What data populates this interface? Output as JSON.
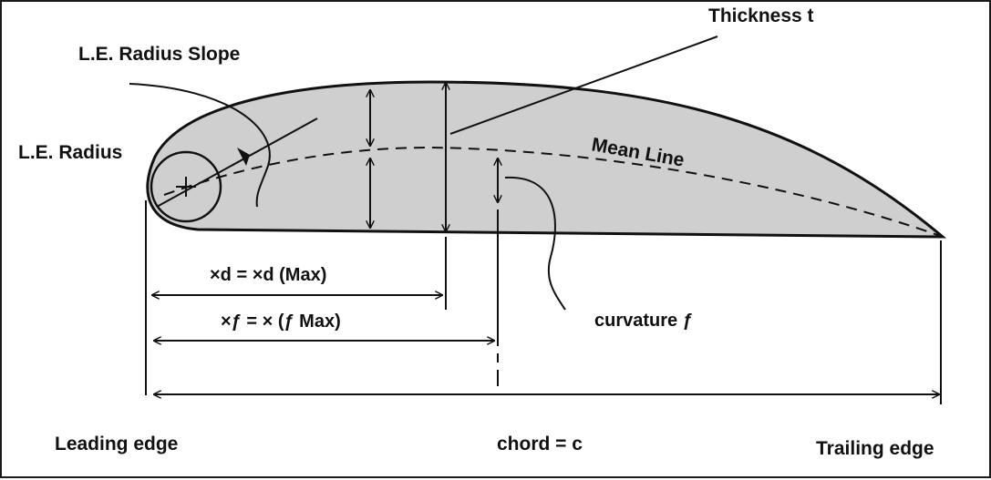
{
  "labels": {
    "le_radius_slope": "L.E. Radius Slope",
    "le_radius": "L.E. Radius",
    "thickness": "Thickness t",
    "mean_line": "Mean Line",
    "xd_eq": "×d  =  ×d (Max)",
    "xf_eq": "×ƒ  =  × (ƒ Max)",
    "curvature": "curvature ƒ",
    "leading_edge": "Leading edge",
    "chord": "chord  =  c",
    "trailing_edge": "Trailing edge"
  },
  "colors": {
    "airfoil_fill": "#cfcfcf",
    "ink": "#111111",
    "background": "#ffffff"
  }
}
